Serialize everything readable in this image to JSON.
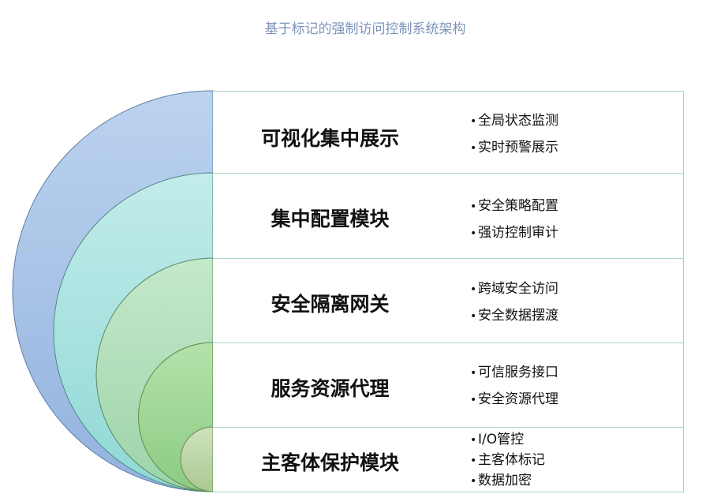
{
  "title": "基于标记的强制访问控制系统架构",
  "colors": {
    "layer1": "#a9c4e8",
    "layer2": "#b5e2e0",
    "layer3": "#b8e0bd",
    "layer4": "#a9da9e",
    "layer5": "#bed6a8",
    "row_border": "#a6d5c6"
  },
  "layers": [
    {
      "name": "可视化集中展示",
      "items": [
        "全局状态监测",
        "实时预警展示"
      ]
    },
    {
      "name": "集中配置模块",
      "items": [
        "安全策略配置",
        "强访控制审计"
      ]
    },
    {
      "name": "安全隔离网关",
      "items": [
        "跨域安全访问",
        "安全数据摆渡"
      ]
    },
    {
      "name": "服务资源代理",
      "items": [
        "可信服务接口",
        "安全资源代理"
      ]
    },
    {
      "name": "主客体保护模块",
      "items": [
        "I/O管控",
        "主客体标记",
        "数据加密"
      ]
    }
  ]
}
